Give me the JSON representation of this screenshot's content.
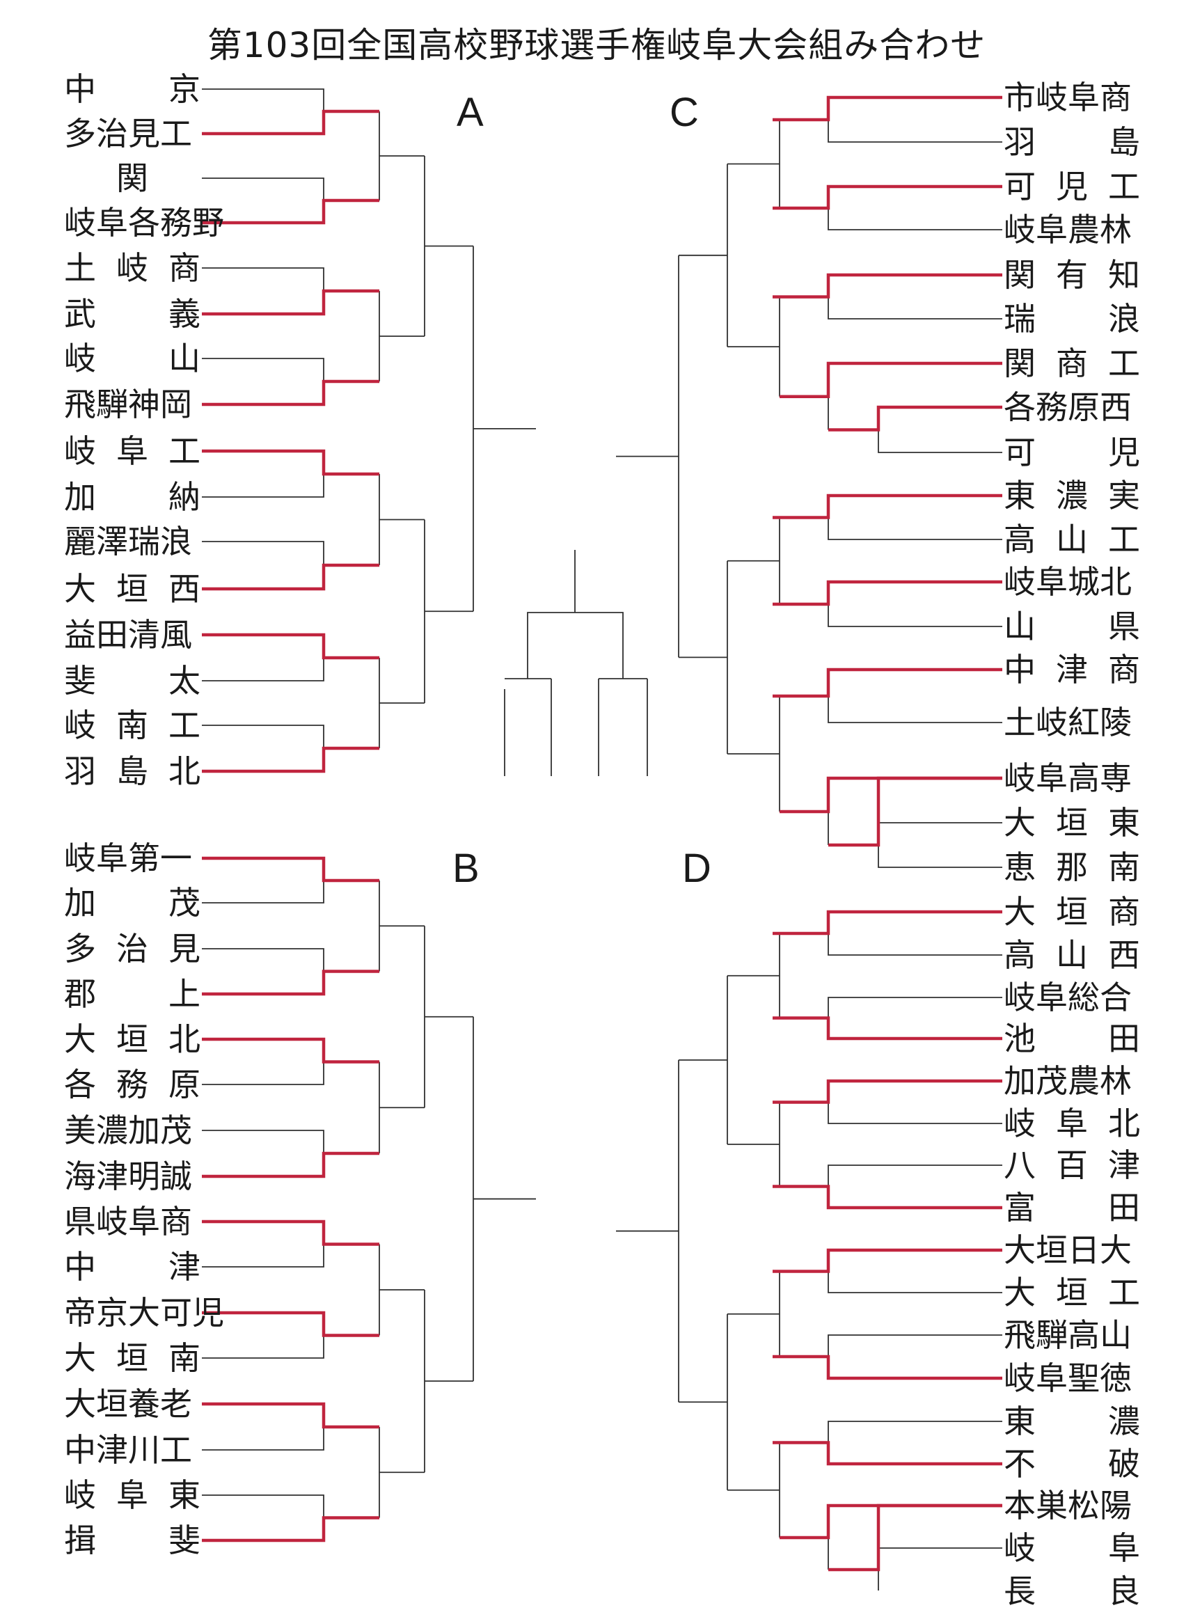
{
  "title": "第103回全国高校野球選手権岐阜大会組み合わせ",
  "blocks": [
    {
      "label": "A",
      "teams": [
        "中京",
        "多治見工",
        "関",
        "岐阜各務野",
        "土岐商",
        "武義",
        "岐山",
        "飛騨神岡",
        "岐阜工",
        "加納",
        "麗澤瑞浪",
        "大垣西",
        "益田清風",
        "斐太",
        "岐南工",
        "羽島北"
      ]
    },
    {
      "label": "B",
      "teams": [
        "岐阜第一",
        "加茂",
        "多治見",
        "郡上",
        "大垣北",
        "各務原",
        "美濃加茂",
        "海津明誠",
        "県岐阜商",
        "中津",
        "帝京大可児",
        "大垣南",
        "大垣養老",
        "中津川工",
        "岐阜東",
        "揖斐"
      ]
    },
    {
      "label": "C",
      "teams": [
        "市岐阜商",
        "羽島",
        "可児工",
        "岐阜農林",
        "関有知",
        "瑞浪",
        "関商工",
        "各務原西",
        "可児",
        "東濃実",
        "高山工",
        "岐阜城北",
        "山県",
        "中津商",
        "土岐紅陵",
        "岐阜高専",
        "大垣東",
        "恵那南"
      ]
    },
    {
      "label": "D",
      "teams": [
        "大垣商",
        "高山西",
        "岐阜総合",
        "池田",
        "加茂農林",
        "岐阜北",
        "八百津",
        "富田",
        "大垣日大",
        "大垣工",
        "飛騨高山",
        "岐阜聖徳",
        "東濃",
        "不破",
        "本巣松陽",
        "岐阜",
        "長良"
      ]
    }
  ],
  "colors": {
    "bracket_line": "#303030",
    "winner_line": "#c0243e"
  }
}
